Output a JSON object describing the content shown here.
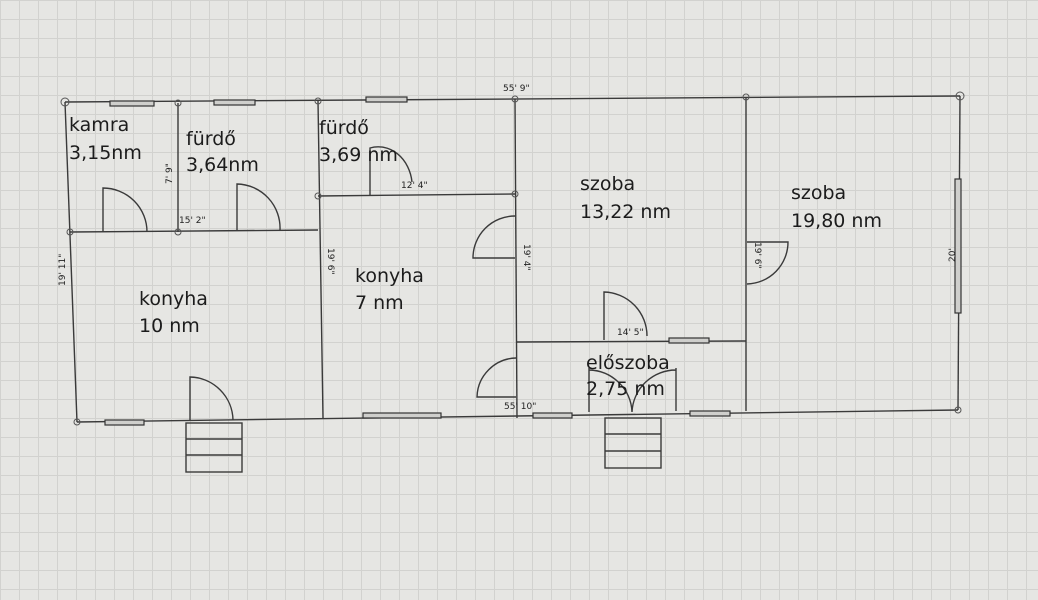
{
  "rooms": [
    {
      "name": "kamra",
      "area": "3,15nm"
    },
    {
      "name": "fürdő",
      "area": "3,64nm"
    },
    {
      "name": "fürdő",
      "area": "3,69 nm"
    },
    {
      "name": "szoba",
      "area": "13,22 nm"
    },
    {
      "name": "szoba",
      "area": "19,80 nm"
    },
    {
      "name": "konyha",
      "area": "7 nm"
    },
    {
      "name": "konyha",
      "area": "10 nm"
    },
    {
      "name": "előszoba",
      "area": "2,75 nm"
    }
  ],
  "dimensions": {
    "top_total": "55' 9\"",
    "bottom_total": "55' 10\"",
    "left_height": "19' 11\"",
    "kamra_height": "7' 9\"",
    "kamra_furdo_width": "15' 2\"",
    "furdo2_width": "12' 4\"",
    "konyha2_height": "19' 6\"",
    "szoba1_height": "19' 4\"",
    "eloszoba_width": "14' 5\"",
    "szoba2_height": "19' 6\"",
    "right_height": "20'"
  },
  "colors": {
    "wall": "#3a3a3a",
    "background": "#e6e6e3"
  }
}
